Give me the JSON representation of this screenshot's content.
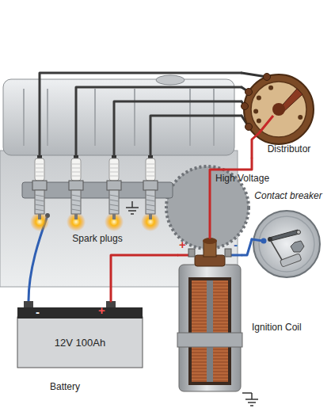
{
  "diagram": {
    "nodes": [
      {
        "text": [
          "Distributor"
        ]
      },
      {
        "text": [
          "Contact breaker"
        ]
      },
      {
        "text": [
          "Spark plugs"
        ]
      },
      {
        "text": [
          "Ignition Coil"
        ]
      },
      {
        "text": [
          "12V 100Ah",
          "Battery"
        ]
      }
    ],
    "edges": [
      {
        "from": 0,
        "to": 2,
        "arrow": "none"
      },
      {
        "from": 3,
        "to": 0,
        "label": "High Voltage",
        "arrow": "none"
      },
      {
        "from": 4,
        "to": 3,
        "arrow": "none"
      },
      {
        "from": 3,
        "to": 1,
        "arrow": "none"
      }
    ],
    "labels": [
      "-",
      "+",
      "+",
      "-"
    ]
  }
}
